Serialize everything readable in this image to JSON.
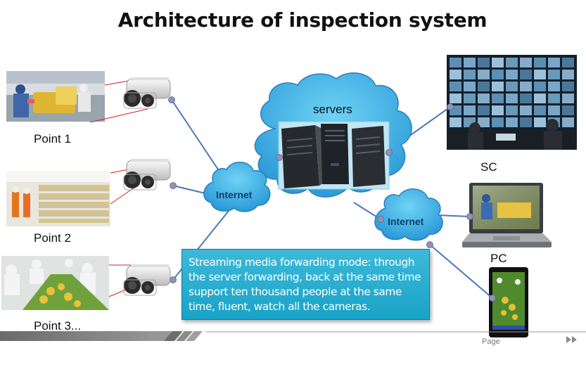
{
  "slide": {
    "title": "Architecture of inspection system",
    "points": [
      {
        "label": "Point 1"
      },
      {
        "label": "Point 2"
      },
      {
        "label": "Point 3..."
      }
    ],
    "clouds": {
      "internet_left": "Internet",
      "servers": "servers",
      "internet_right": "Internet"
    },
    "clients": {
      "sc": "SC",
      "pc": "PC"
    },
    "caption": "Streaming media forwarding mode: through the server forwarding, back at the same time support ten thousand people at the same time, fluent, watch all the cameras.",
    "footer": {
      "page": "Page"
    },
    "colors": {
      "cloud_fill": "#3fb4e3",
      "connector": "#4a79b8",
      "caption_bg": "#25a9cf",
      "node": "#8d94b5"
    }
  }
}
